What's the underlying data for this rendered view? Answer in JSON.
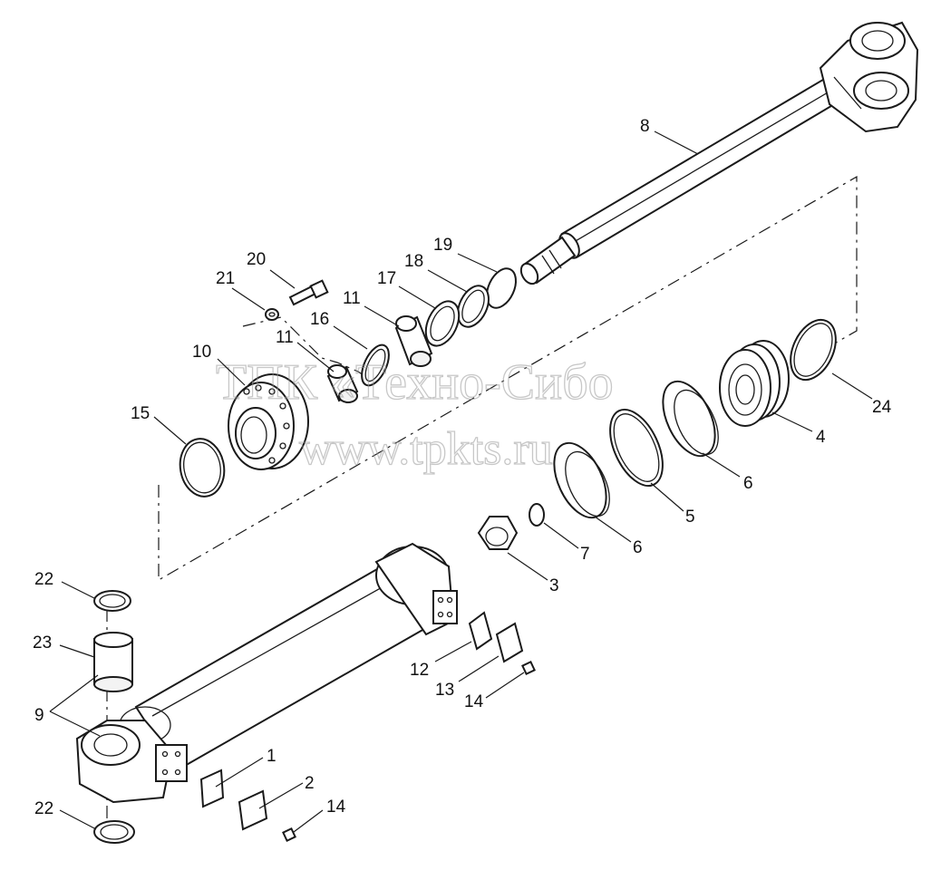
{
  "watermark": {
    "line1": "ТПК «Техно-Сибо",
    "line2": "www.tpkts.ru"
  },
  "callouts": [
    {
      "id": "c8",
      "text": "8"
    },
    {
      "id": "c19",
      "text": "19"
    },
    {
      "id": "c18",
      "text": "18"
    },
    {
      "id": "c17",
      "text": "17"
    },
    {
      "id": "c11a",
      "text": "11"
    },
    {
      "id": "c16",
      "text": "16"
    },
    {
      "id": "c11b",
      "text": "11"
    },
    {
      "id": "c20",
      "text": "20"
    },
    {
      "id": "c21",
      "text": "21"
    },
    {
      "id": "c10",
      "text": "10"
    },
    {
      "id": "c15",
      "text": "15"
    },
    {
      "id": "c24",
      "text": "24"
    },
    {
      "id": "c4",
      "text": "4"
    },
    {
      "id": "c6a",
      "text": "6"
    },
    {
      "id": "c5",
      "text": "5"
    },
    {
      "id": "c6b",
      "text": "6"
    },
    {
      "id": "c7",
      "text": "7"
    },
    {
      "id": "c3",
      "text": "3"
    },
    {
      "id": "c22a",
      "text": "22"
    },
    {
      "id": "c23",
      "text": "23"
    },
    {
      "id": "c9",
      "text": "9"
    },
    {
      "id": "c12",
      "text": "12"
    },
    {
      "id": "c13",
      "text": "13"
    },
    {
      "id": "c14a",
      "text": "14"
    },
    {
      "id": "c1",
      "text": "1"
    },
    {
      "id": "c2",
      "text": "2"
    },
    {
      "id": "c14b",
      "text": "14"
    },
    {
      "id": "c22b",
      "text": "22"
    }
  ]
}
